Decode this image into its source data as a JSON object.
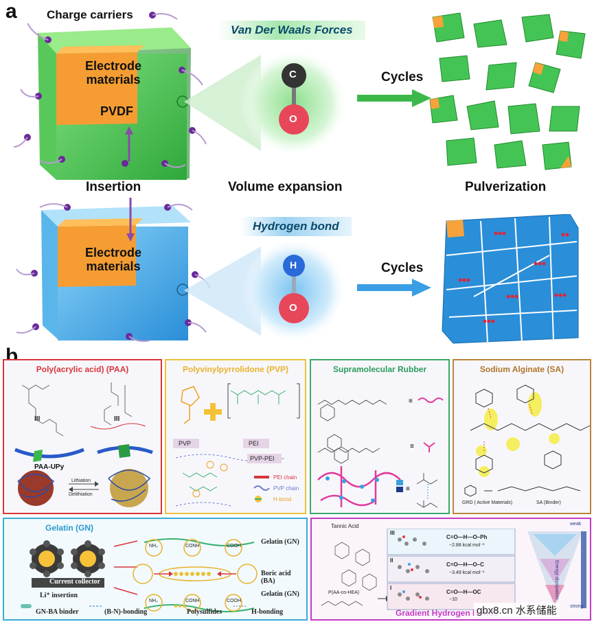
{
  "panel_a": {
    "letter": "a",
    "charge_carriers": "Charge carriers",
    "electrode_materials_1": "Electrode materials",
    "pvdf": "PVDF",
    "vdw_forces": "Van Der Waals Forces",
    "cycles_1": "Cycles",
    "insertion": "Insertion",
    "volume_expansion": "Volume expansion",
    "pulverization": "Pulverization",
    "hydrogen_bond": "Hydrogen bond",
    "electrode_materials_2": "Electrode materials",
    "cycles_2": "Cycles",
    "atom_c": "C",
    "atom_o1": "O",
    "atom_h": "H",
    "atom_o2": "O"
  },
  "panel_b": {
    "letter": "b",
    "paa": {
      "title": "Poly(acrylic acid) (PAA)",
      "label": "PAA-UPy",
      "lithiation": "Lithiation",
      "delithiation": "Delithiation",
      "sym1": "III",
      "sym2": "III"
    },
    "pvp": {
      "title": "Polyvinylpyrrolidone (PVP)",
      "pvp_tag": "PVP",
      "pei_tag": "PEI",
      "pvp_pei_tag": "PVP-PEI",
      "legend_pei": "PEI chain",
      "legend_pvp": "PVP chain",
      "legend_hbond": "H-bond"
    },
    "rubber": {
      "title": "Supramolecular Rubber"
    },
    "sa": {
      "title": "Sodium Alginate (SA)",
      "grd": "GRD ( Active Materials)",
      "sa_binder": "SA (Binder)"
    },
    "gelatin": {
      "title": "Gelatin (GN)",
      "current_collector": "Current collector",
      "li_insertion": "Li⁺ insertion",
      "gn1": "Gelatin (GN)",
      "ba": "Boric acid (BA)",
      "gn2": "Gelatin (GN)",
      "legend_binder": "GN-BA binder",
      "legend_bn": "(B-N)-bonding",
      "legend_poly": "Polysulfides",
      "legend_h": "H-bonding",
      "nh2": "NH₂",
      "conh": "CONH",
      "cooh": "COOH"
    },
    "gradient": {
      "title": "Gradient Hydrogen Bonds",
      "tannic": "Tannic Acid",
      "copolymer": "P(AA-co-HEA)",
      "row3_bond": "C=O—H—O–Ph",
      "row3_energy": "−2.88 kcal mol⁻¹",
      "row2_bond": "C=O—H—O–C",
      "row2_energy": "−3.49 kcal mol⁻¹",
      "row1_bond": "C=O—H—OC",
      "row1_energy": "−10",
      "roman3": "III",
      "roman2": "II",
      "roman1": "I",
      "weak": "weak",
      "strong": "strong",
      "energy_dissipation": "Energy dissipation"
    }
  },
  "watermark": "gbx8.cn 水系储能",
  "colors": {
    "green": "#4cc44c",
    "blue": "#39a4e4",
    "orange": "#f7a23a",
    "red_panel": "#d9343a",
    "yellow_panel": "#e8c23a",
    "green_panel": "#3aa86a",
    "brown_panel": "#b8843a",
    "cyan_panel": "#3aaad9",
    "magenta_panel": "#c43ac4"
  }
}
